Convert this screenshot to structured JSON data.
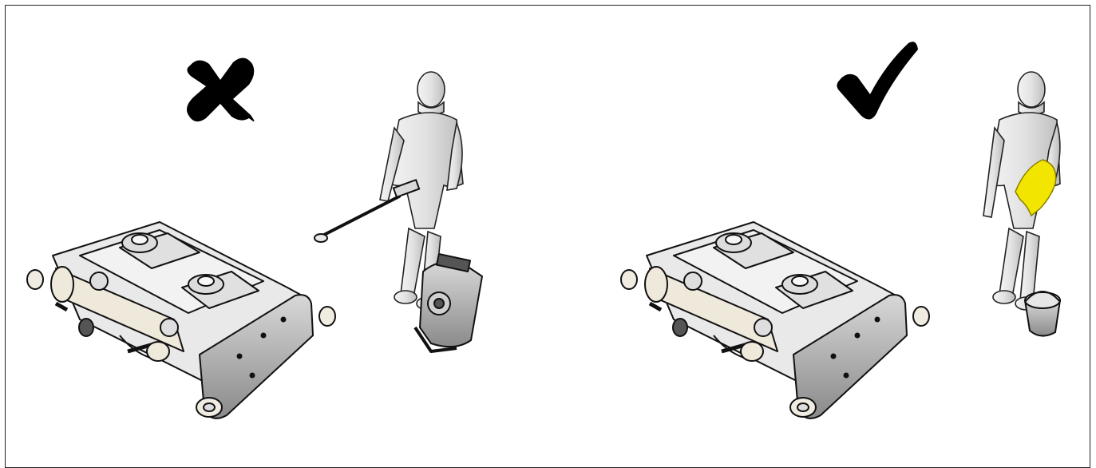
{
  "figure": {
    "panels": [
      {
        "id": "incorrect",
        "symbol": "cross",
        "symbol_color": "#000000",
        "tool": "pressure-washer",
        "equipment": "machine-unit"
      },
      {
        "id": "correct",
        "symbol": "checkmark",
        "symbol_color": "#000000",
        "tool": "cloth-and-bucket",
        "cloth_color": "#f2e600",
        "equipment": "machine-unit"
      }
    ]
  }
}
